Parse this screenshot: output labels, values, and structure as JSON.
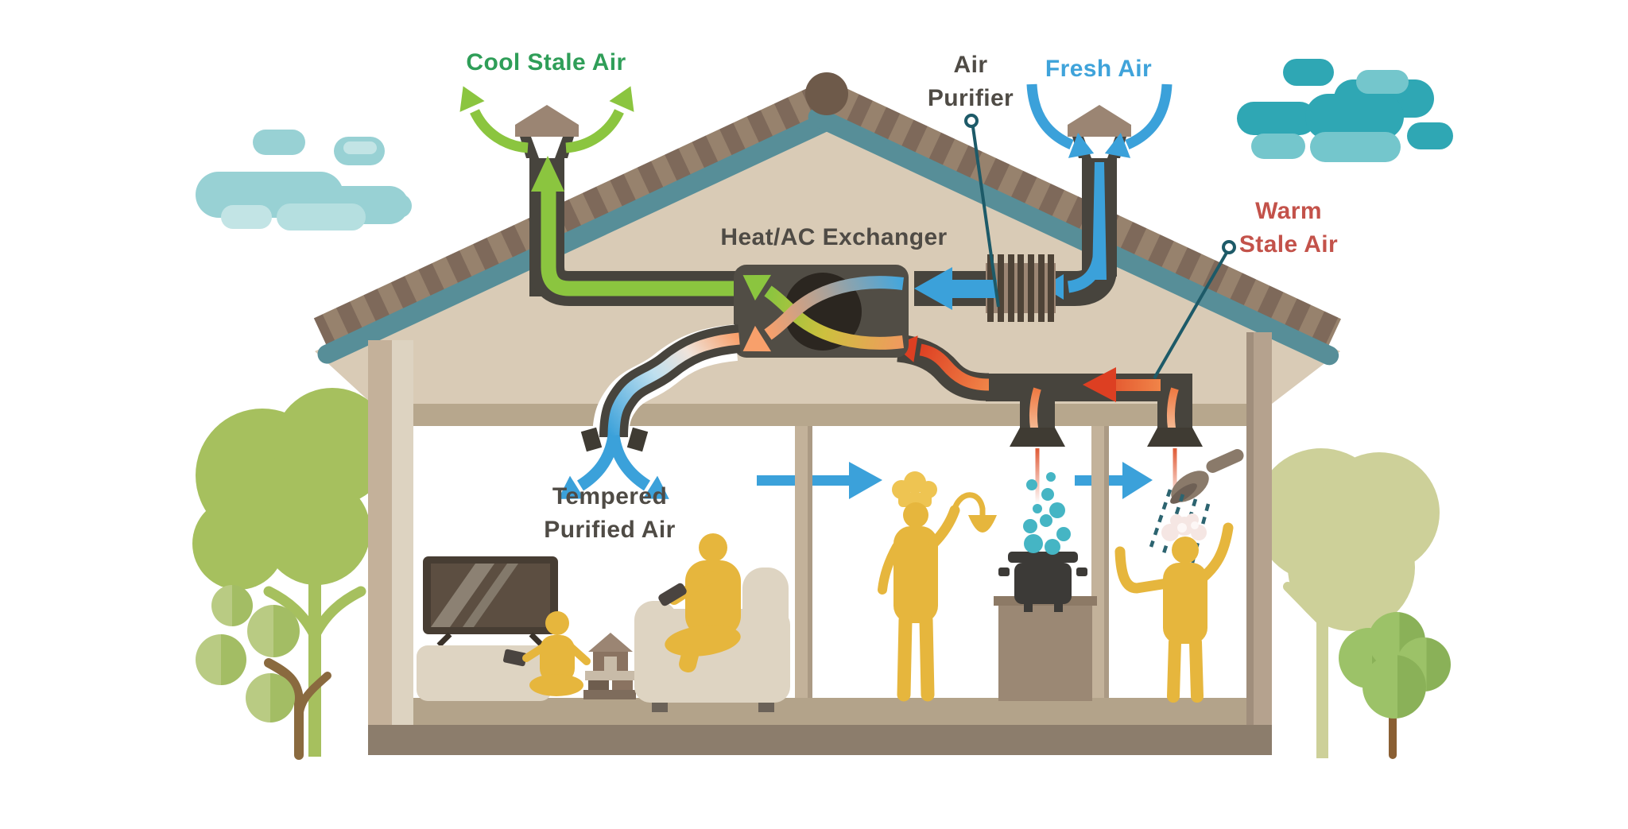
{
  "labels": {
    "cool_stale_air": "Cool Stale Air",
    "air_purifier_line1": "Air",
    "air_purifier_line2": "Purifier",
    "fresh_air": "Fresh Air",
    "heat_ac_exchanger": "Heat/AC Exchanger",
    "warm_stale_air_line1": "Warm",
    "warm_stale_air_line2": "Stale Air",
    "tempered_line1": "Tempered",
    "tempered_line2": "Purified Air"
  },
  "colors": {
    "label_green": "#2f9e58",
    "label_blue": "#3fa3da",
    "label_red": "#c3524a",
    "label_dark": "#4f4b45",
    "arrow_green": "#8bc53f",
    "arrow_blue": "#3ba1da",
    "arrow_red": "#dd3f22",
    "arrow_salmon": "#f8a06b",
    "duct_gray": "#47443d",
    "roof_teal": "#578e98",
    "house_beige": "#d9cbb6",
    "figure_yellow": "#e6b63d",
    "cloud_light_teal": "#98d1d4",
    "cloud_dark_teal": "#2fa7b4",
    "tree_green": "#a6c05e",
    "steam_teal": "#45b5c4"
  },
  "scene_elements": [
    "cloud-left",
    "cloud-right",
    "tree-left-large",
    "tree-left-small",
    "tree-right-large",
    "tree-right-small",
    "roof",
    "exhaust-chimney",
    "intake-chimney",
    "air-purifier-unit",
    "heat-exchanger-unit",
    "exhaust-duct",
    "fresh-air-duct",
    "warm-return-duct",
    "supply-duct",
    "extract-vent-kitchen",
    "extract-vent-bath",
    "supply-vent",
    "tv",
    "tv-stand",
    "toy-blocks",
    "child-figure",
    "armchair",
    "adult-figure",
    "chef-figure",
    "kitchen-counter",
    "cooking-pot",
    "steam-bubbles",
    "shower-head-fixture",
    "shower-water",
    "bathing-figure",
    "shampoo-foam"
  ]
}
